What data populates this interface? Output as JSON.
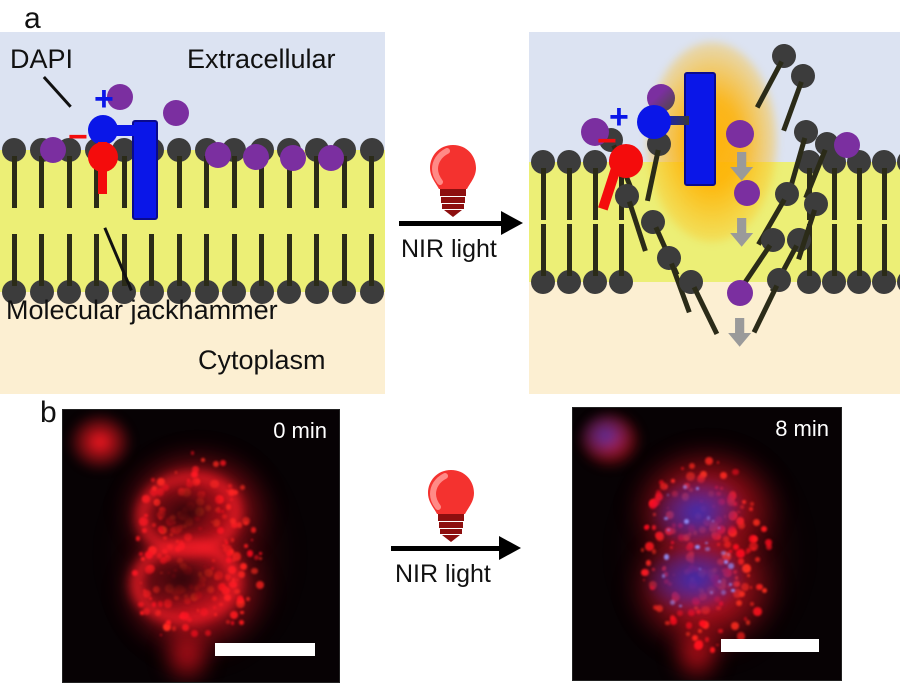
{
  "figure": {
    "panels": [
      {
        "letter": "a",
        "type": "schematic"
      },
      {
        "letter": "b",
        "type": "micrograph"
      }
    ]
  },
  "panel_a": {
    "letter": "a",
    "labels": {
      "dapi": "DAPI",
      "extracellular": "Extracellular",
      "jackhammer": "Molecular jackhammer",
      "cytoplasm": "Cytoplasm"
    },
    "charge_signs": {
      "positive": "+",
      "negative": "−"
    },
    "left_state": {
      "description": "intact lipid bilayer membrane with molecular jackhammer inserted, DAPI excluded outside"
    },
    "right_state": {
      "description": "membrane disrupted by activated jackhammer, DAPI entering cytoplasm"
    },
    "colors": {
      "extracellular": "#dce3f2",
      "lipid_layer": "#ecef76",
      "cytoplasm": "#fcefd2",
      "lipid_head": "#3c3c3c",
      "lipid_tail": "#2b2b18",
      "dapi": "#7b2fa0",
      "jackhammer_blue": "#0a16e8",
      "jackhammer_red": "#f40c0c",
      "glow": "#ffb000",
      "arrow_grey": "#9a9a9a"
    }
  },
  "transition_top": {
    "icon": "lightbulb-icon",
    "label": "NIR light",
    "arrow": "right-arrow-icon"
  },
  "transition_bottom": {
    "icon": "lightbulb-icon",
    "label": "NIR light",
    "arrow": "right-arrow-icon"
  },
  "panel_b": {
    "letter": "b",
    "images": [
      {
        "time_label": "0 min",
        "description": "confocal fluorescence micrograph, red membrane stain only, nuclei dark",
        "scalebar": true
      },
      {
        "time_label": "8 min",
        "description": "confocal fluorescence micrograph, red stain with blue DAPI-stained nuclei",
        "scalebar": true
      }
    ]
  }
}
